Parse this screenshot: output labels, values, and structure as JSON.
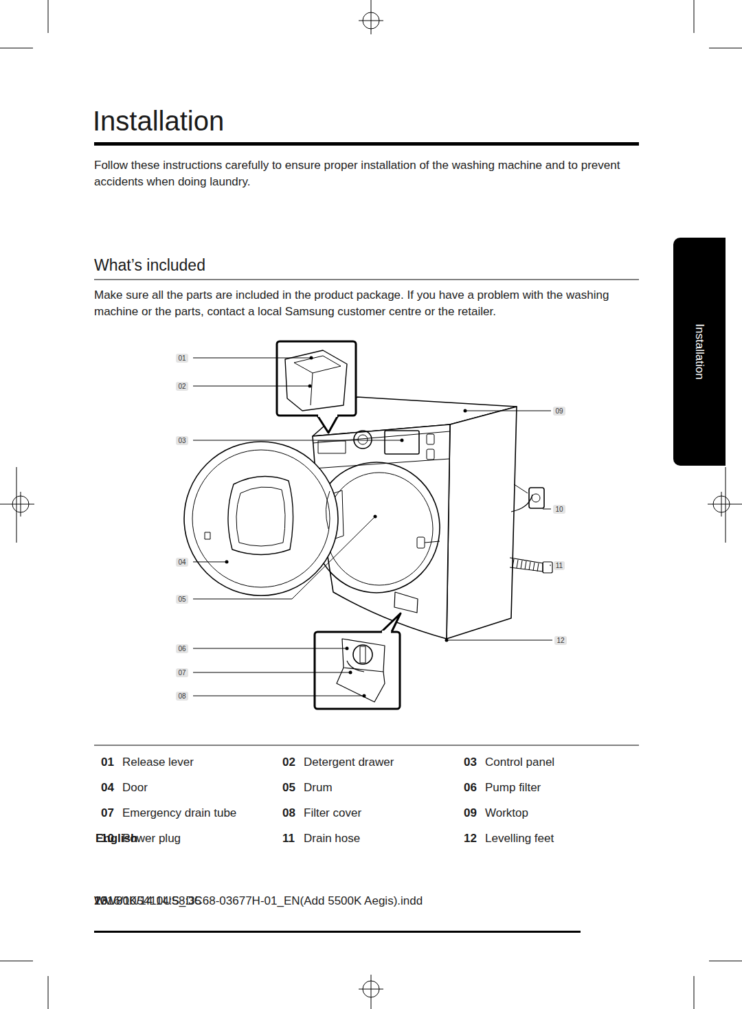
{
  "diagram": {
    "title": "Installation",
    "nodes": [
      {
        "text": [
          "Installation"
        ]
      }
    ],
    "labels": [
      "Follow these instructions carefully to ensure proper installation of the washing machine and to prevent accidents when doing laundry.",
      "What’s included",
      "Make sure all the parts are included in the product package. If you have a problem with the washing machine or the parts, contact a local Samsung customer centre or the retailer.",
      "01",
      "02",
      "03",
      "04",
      "05",
      "06",
      "07",
      "08",
      "09",
      "10",
      "11",
      "12",
      "01",
      "Release lever",
      "02",
      "Detergent drawer",
      "03",
      "Control panel",
      "04",
      "Door",
      "05",
      "Drum",
      "06",
      "Pump filter",
      "07",
      "Emergency drain tube",
      "08",
      "Filter cover",
      "09",
      "Worktop",
      "10",
      "Power plug",
      "11",
      "Drain hose",
      "12",
      "Levelling feet",
      "English",
      "13",
      "WW80K5410US_DC68-03677H-01_EN(Add 5500K Aegis).indd",
      "13",
      "2016/10/14   14:58:35"
    ]
  }
}
